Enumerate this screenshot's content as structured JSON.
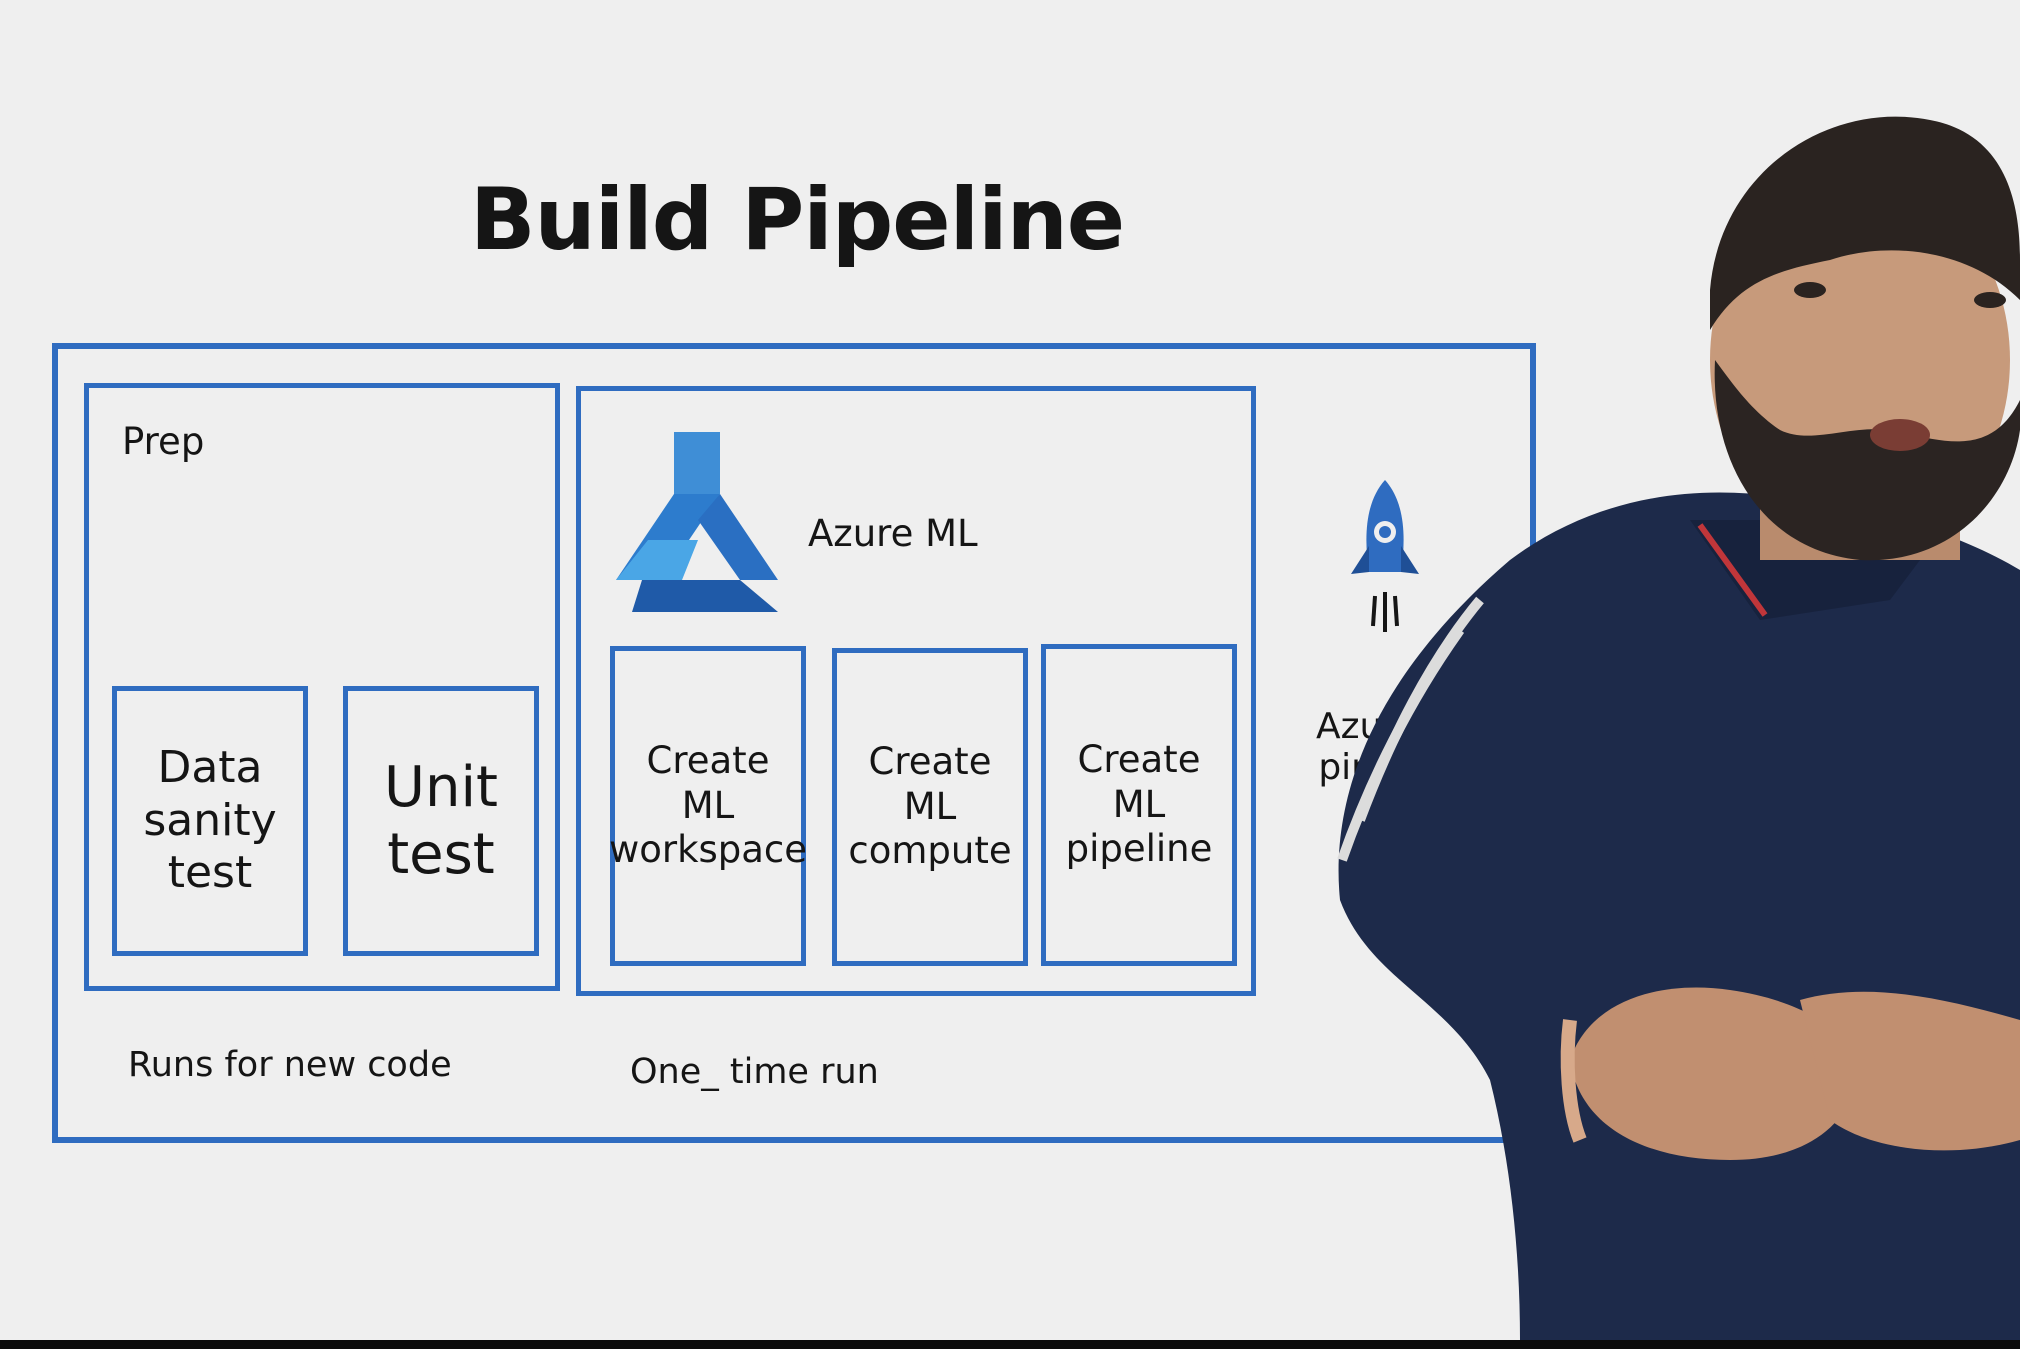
{
  "title": "Build Pipeline",
  "prep": {
    "label": "Prep",
    "steps": [
      "Data\nsanity\ntest",
      "Unit\ntest"
    ],
    "note": "Runs for new code"
  },
  "azure_ml": {
    "label": "Azure ML",
    "icon": "azure-ml-logo-icon",
    "steps": [
      "Create\nML\nworkspace",
      "Create\nML\ncompute",
      "Create\nML\npipeline"
    ],
    "note": "One_ time run"
  },
  "azure_pipelines": {
    "label": "Azure\npipeli",
    "icon": "rocket-icon"
  },
  "colors": {
    "box_stroke": "#2f6cc0",
    "background": "#efefef",
    "shirt": "#1d2a4a"
  }
}
